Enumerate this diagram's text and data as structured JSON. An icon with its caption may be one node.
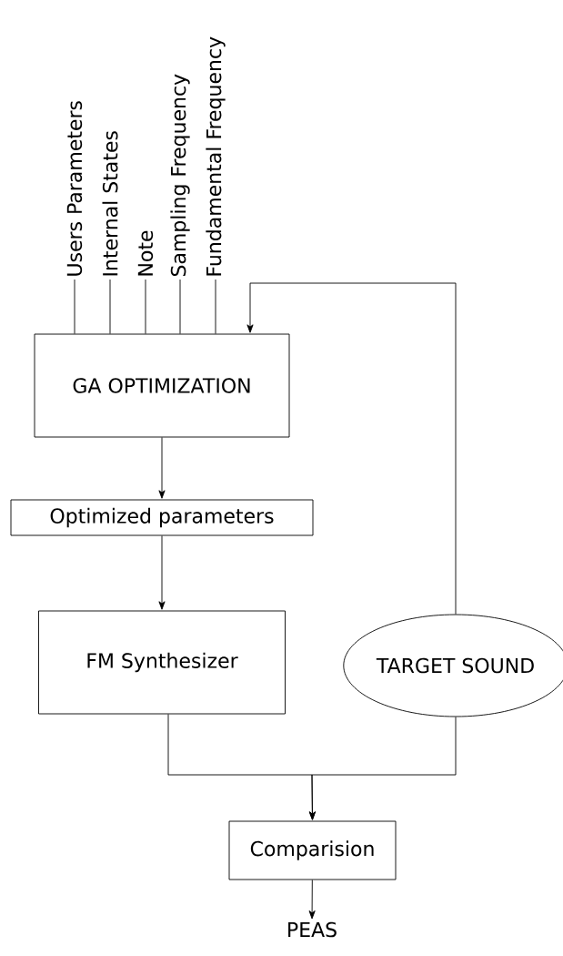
{
  "diagram": {
    "nodes": [
      {
        "text": [
          "Users Parameters"
        ]
      },
      {
        "text": [
          "Internal States"
        ]
      },
      {
        "text": [
          "Note"
        ]
      },
      {
        "text": [
          "Sampling Frequency"
        ]
      },
      {
        "text": [
          "Fundamental Frequency"
        ]
      },
      {
        "text": [
          "GA OPTIMIZATION"
        ]
      },
      {
        "text": [
          "Optimized parameters"
        ]
      },
      {
        "text": [
          "FM Synthesizer"
        ]
      },
      {
        "text": [
          "TARGET SOUND"
        ]
      },
      {
        "text": [
          "Comparision"
        ]
      },
      {
        "text": [
          "PEAS"
        ]
      }
    ],
    "edges": [
      {
        "from": 0,
        "to": 5,
        "arrow": "none"
      },
      {
        "from": 1,
        "to": 5,
        "arrow": "none"
      },
      {
        "from": 2,
        "to": 5,
        "arrow": "none"
      },
      {
        "from": 3,
        "to": 5,
        "arrow": "none"
      },
      {
        "from": 4,
        "to": 5,
        "arrow": "none"
      },
      {
        "from": 5,
        "to": 6,
        "arrow": "to"
      },
      {
        "from": 6,
        "to": 7,
        "arrow": "to"
      },
      {
        "from": 7,
        "to": 9,
        "arrow": "to"
      },
      {
        "from": 8,
        "to": 9,
        "arrow": "to"
      },
      {
        "from": 9,
        "to": 10,
        "arrow": "to"
      },
      {
        "from": 8,
        "to": 5,
        "arrow": "to"
      }
    ]
  }
}
